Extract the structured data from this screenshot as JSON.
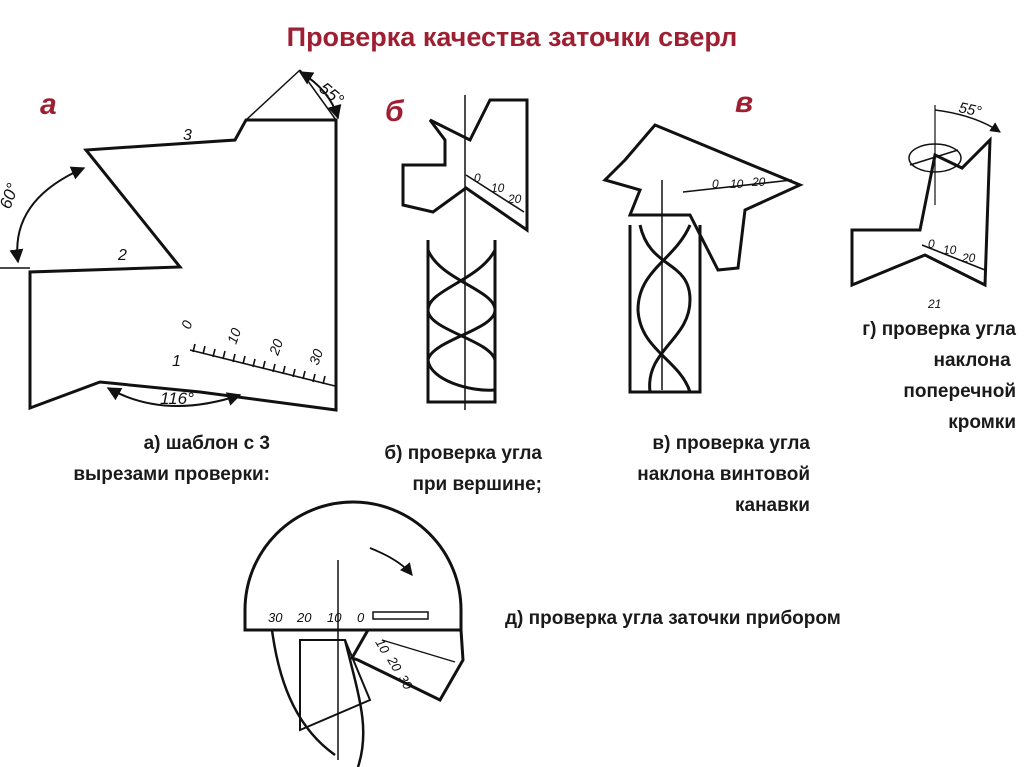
{
  "title": "Проверка качества заточки сверл",
  "letters": {
    "a": "а",
    "b": "б",
    "v": "в"
  },
  "captions": {
    "a": "а) шаблон с 3\nвырезами проверки:",
    "b": "б) проверка угла\nпри вершине;",
    "v": "в) проверка угла\nнаклона винтовой\nканавки",
    "g": "г) проверка угла\nнаклона \nпоперечной\nкромки",
    "d": "д) проверка угла заточки прибором"
  },
  "figure_a": {
    "angle_top": "55°",
    "angle_left": "60°",
    "angle_bottom": "116°",
    "cut_labels": [
      "1",
      "2",
      "3"
    ],
    "scale": [
      "0",
      "10",
      "20",
      "30"
    ]
  },
  "figure_b": {
    "scale": [
      "0",
      "10",
      "20"
    ]
  },
  "figure_v": {
    "scale": [
      "0",
      "10",
      "20"
    ]
  },
  "figure_g": {
    "angle": "55°",
    "scale": [
      "0",
      "10",
      "20"
    ],
    "mark": "21"
  },
  "figure_d": {
    "scale_left": [
      "30",
      "20",
      "10",
      "0"
    ],
    "scale_right": [
      "10",
      "20",
      "30"
    ]
  }
}
